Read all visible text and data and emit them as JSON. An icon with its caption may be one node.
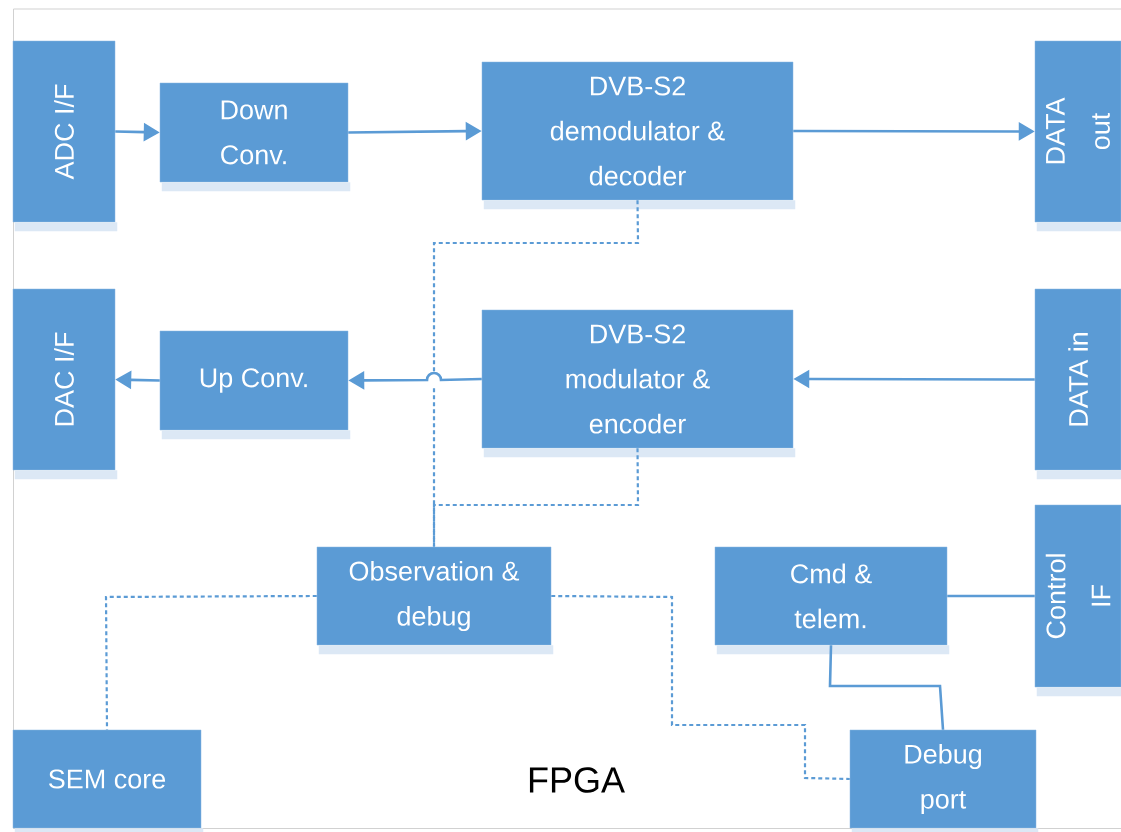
{
  "diagram": {
    "nodes": [
      {
        "text": [
          "FPGA"
        ]
      },
      {
        "text": [
          "ADC I/F"
        ],
        "in": 0
      },
      {
        "text": [
          "Down Conv."
        ],
        "in": 0
      },
      {
        "text": [
          "DVB-S2 demodulator & decoder"
        ],
        "in": 0
      },
      {
        "text": [
          "DATA out"
        ],
        "in": 0
      },
      {
        "text": [
          "DAC I/F"
        ],
        "in": 0
      },
      {
        "text": [
          "Up Conv."
        ],
        "in": 0
      },
      {
        "text": [
          "DVB-S2 modulator & encoder"
        ],
        "in": 0
      },
      {
        "text": [
          "DATA in"
        ],
        "in": 0
      },
      {
        "text": [
          "Observation & debug"
        ],
        "in": 0
      },
      {
        "text": [
          "Cmd & telem."
        ],
        "in": 0
      },
      {
        "text": [
          "Control IF"
        ],
        "in": 0
      },
      {
        "text": [
          "SEM core"
        ],
        "in": 0
      },
      {
        "text": [
          "Debug port"
        ],
        "in": 0
      }
    ],
    "edges": [
      {
        "from": 1,
        "to": 2,
        "arrow": "to"
      },
      {
        "from": 2,
        "to": 3,
        "arrow": "to"
      },
      {
        "from": 3,
        "to": 4,
        "arrow": "to"
      },
      {
        "from": 8,
        "to": 7,
        "arrow": "to"
      },
      {
        "from": 7,
        "to": 6,
        "arrow": "to"
      },
      {
        "from": 6,
        "to": 5,
        "arrow": "to"
      },
      {
        "from": 3,
        "to": 9,
        "arrow": "none",
        "style": "dashed"
      },
      {
        "from": 7,
        "to": 9,
        "arrow": "none",
        "style": "dashed"
      },
      {
        "from": 9,
        "to": 12,
        "arrow": "none",
        "style": "dashed"
      },
      {
        "from": 9,
        "to": 13,
        "arrow": "none",
        "style": "dashed"
      },
      {
        "from": 10,
        "to": 11,
        "arrow": "none"
      },
      {
        "from": 10,
        "to": 13,
        "arrow": "none"
      }
    ]
  }
}
